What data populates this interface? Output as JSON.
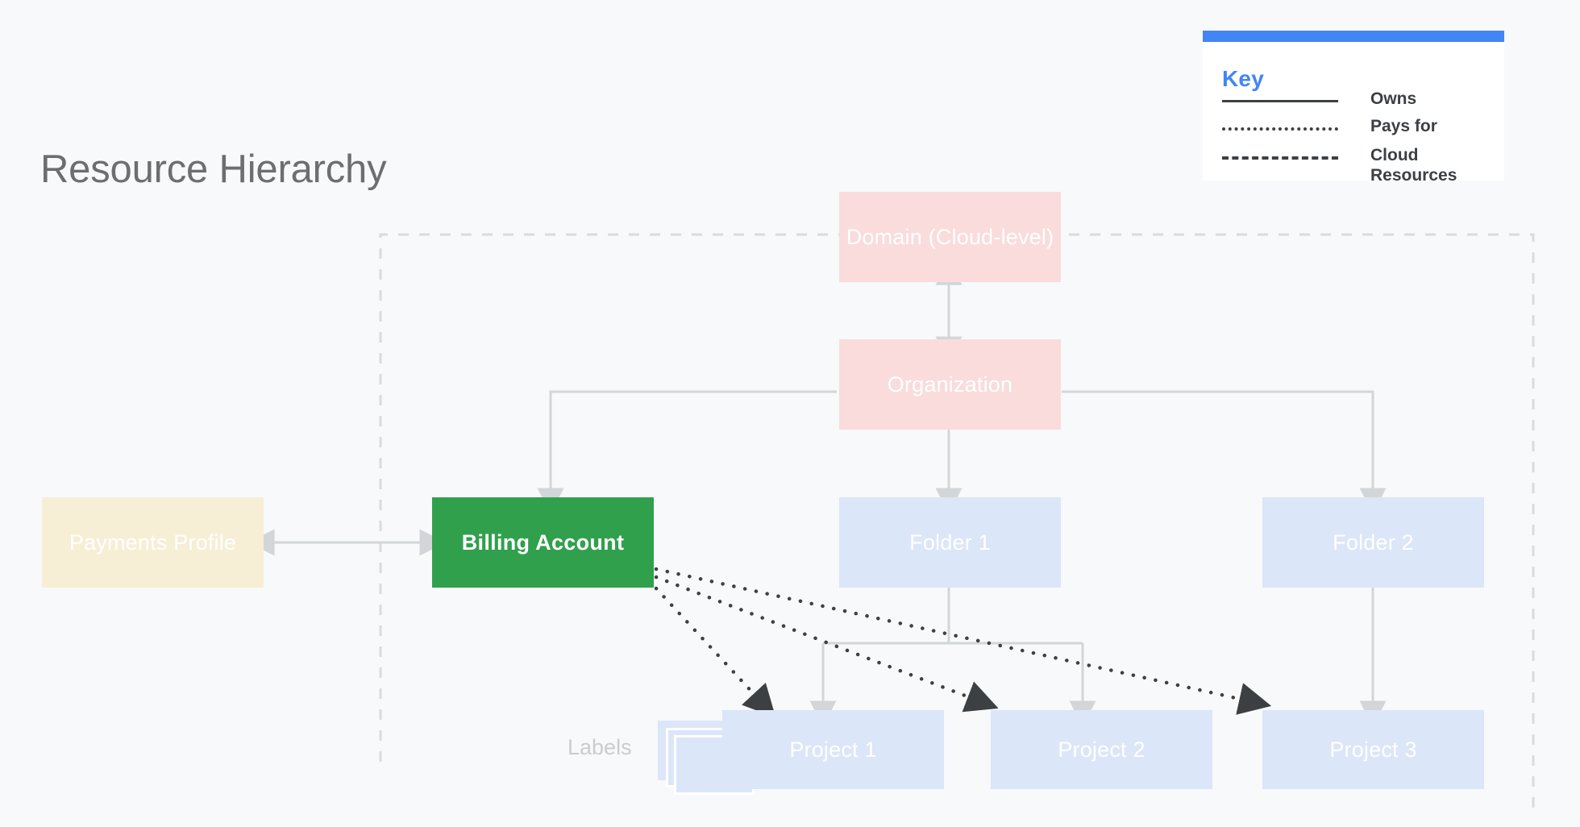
{
  "page": {
    "title": "Resource Hierarchy",
    "background": "#f7f9fa"
  },
  "key": {
    "heading": "Key",
    "accent_color": "#4285f4",
    "items": [
      {
        "style": "solid",
        "label": "Owns"
      },
      {
        "style": "dotted",
        "label": "Pays for"
      },
      {
        "style": "dashed",
        "label": "Cloud Resources"
      }
    ]
  },
  "nodes": {
    "domain": {
      "label": "Domain (Cloud-level)",
      "color": "#fadcdc"
    },
    "organization": {
      "label": "Organization",
      "color": "#fadcdc"
    },
    "payments_profile": {
      "label": "Payments Profile",
      "color": "#f7eed6"
    },
    "billing_account": {
      "label": "Billing Account",
      "color": "#31a04d"
    },
    "folder1": {
      "label": "Folder 1",
      "color": "#dce6f9"
    },
    "folder2": {
      "label": "Folder 2",
      "color": "#dce6f9"
    },
    "project1": {
      "label": "Project 1",
      "color": "#dce6f9"
    },
    "project2": {
      "label": "Project 2",
      "color": "#dce6f9"
    },
    "project3": {
      "label": "Project 3",
      "color": "#dce6f9"
    },
    "labels": {
      "label": "Labels",
      "color": "#c9cdd1"
    }
  },
  "edges": {
    "owns_color": "#d3d6d8",
    "pays_for_color": "#3c4043",
    "cloud_boundary_color": "#d8dcdf"
  }
}
